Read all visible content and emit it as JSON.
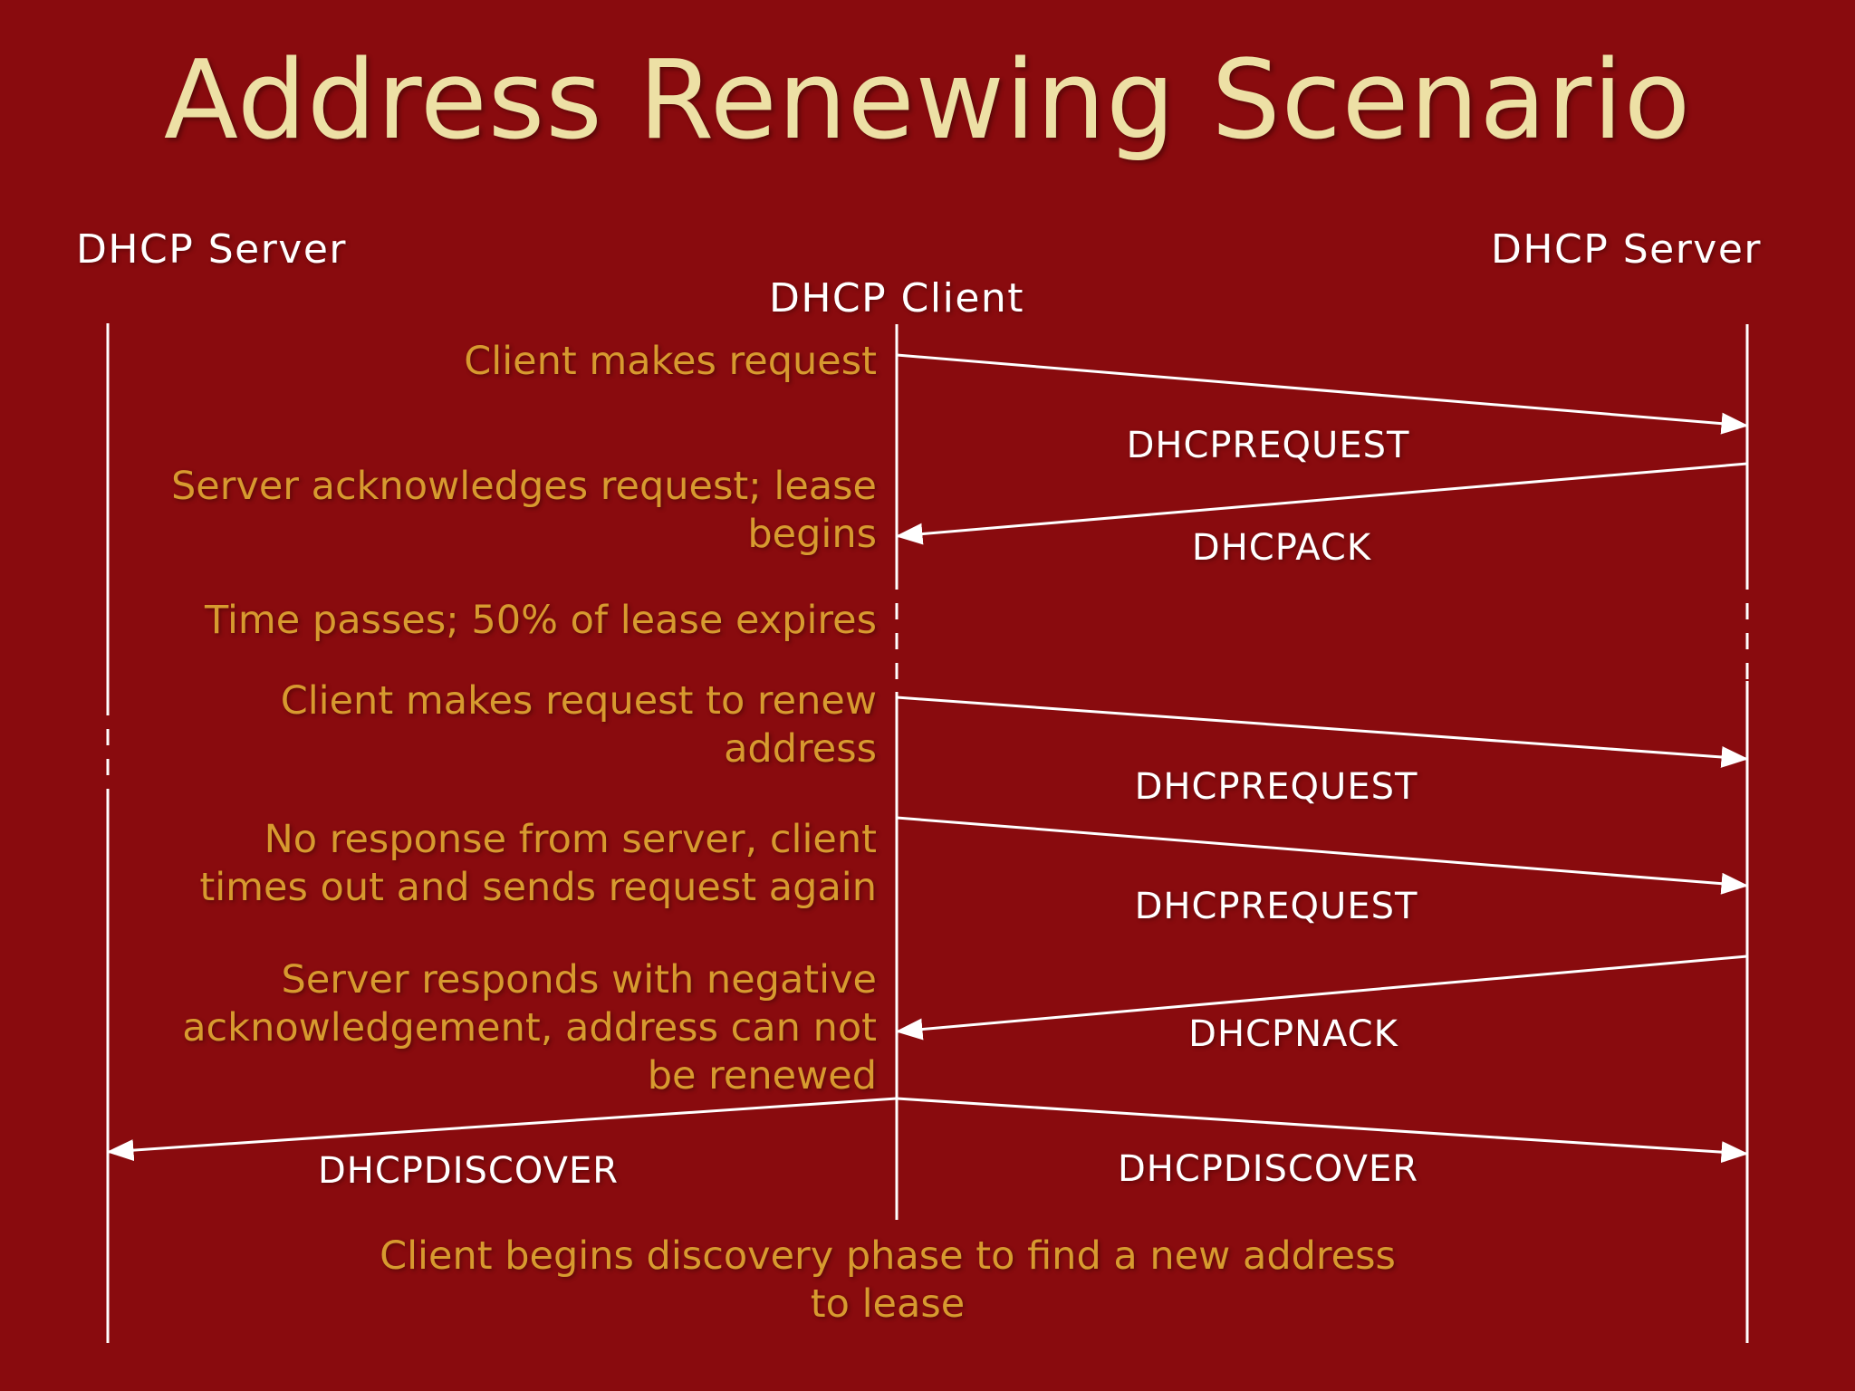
{
  "slide": {
    "title": "Address Renewing Scenario"
  },
  "colors": {
    "background": "#890B0E",
    "title_text": "#EDE0A5",
    "note_text": "#D79A2F",
    "line_and_label": "#FFFFFF"
  },
  "actors": [
    {
      "label": "DHCP Server",
      "position": "left"
    },
    {
      "label": "DHCP Client",
      "position": "center"
    },
    {
      "label": "DHCP Server",
      "position": "right"
    }
  ],
  "messages": [
    {
      "label": "DHCPREQUEST",
      "from": "client",
      "to": "server-right"
    },
    {
      "label": "DHCPACK",
      "from": "server-right",
      "to": "client"
    },
    {
      "label": "DHCPREQUEST",
      "from": "client",
      "to": "server-right"
    },
    {
      "label": "DHCPREQUEST",
      "from": "client",
      "to": "server-right"
    },
    {
      "label": "DHCPNACK",
      "from": "server-right",
      "to": "client"
    },
    {
      "label": "DHCPDISCOVER",
      "from": "client",
      "to": "server-left"
    },
    {
      "label": "DHCPDISCOVER",
      "from": "client",
      "to": "server-right"
    }
  ],
  "notes": [
    {
      "lines": [
        "Client makes request"
      ]
    },
    {
      "lines": [
        "Server acknowledges request; lease",
        "begins"
      ]
    },
    {
      "lines": [
        "Time passes; 50% of lease expires"
      ]
    },
    {
      "lines": [
        "Client makes request to renew",
        "address"
      ]
    },
    {
      "lines": [
        "No response from server, client",
        "times out and sends request again"
      ]
    },
    {
      "lines": [
        "Server responds with negative",
        "acknowledgement, address can not",
        "be renewed"
      ]
    },
    {
      "lines": [
        "Client begins discovery phase to find a new address",
        "to lease"
      ]
    }
  ]
}
